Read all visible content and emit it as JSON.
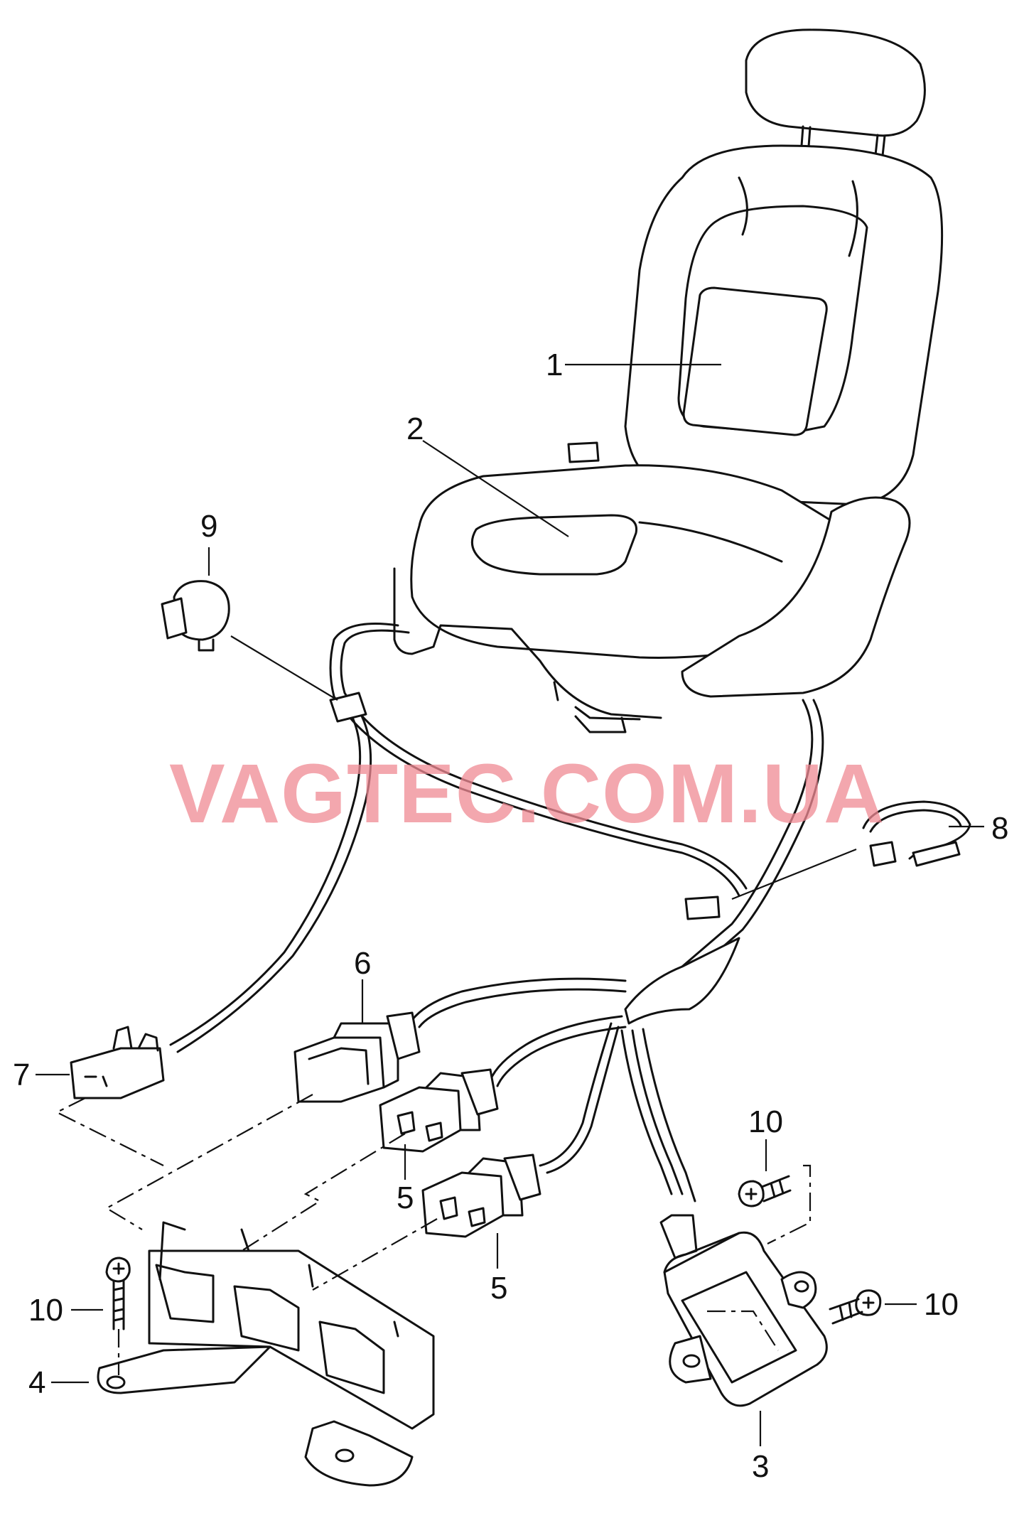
{
  "watermark": "VAGTEC.COM.UA",
  "callouts": {
    "c1": "1",
    "c2": "2",
    "c3": "3",
    "c4": "4",
    "c5a": "5",
    "c5b": "5",
    "c6": "6",
    "c7": "7",
    "c8": "8",
    "c9": "9",
    "c10a": "10",
    "c10b": "10",
    "c10c": "10"
  }
}
